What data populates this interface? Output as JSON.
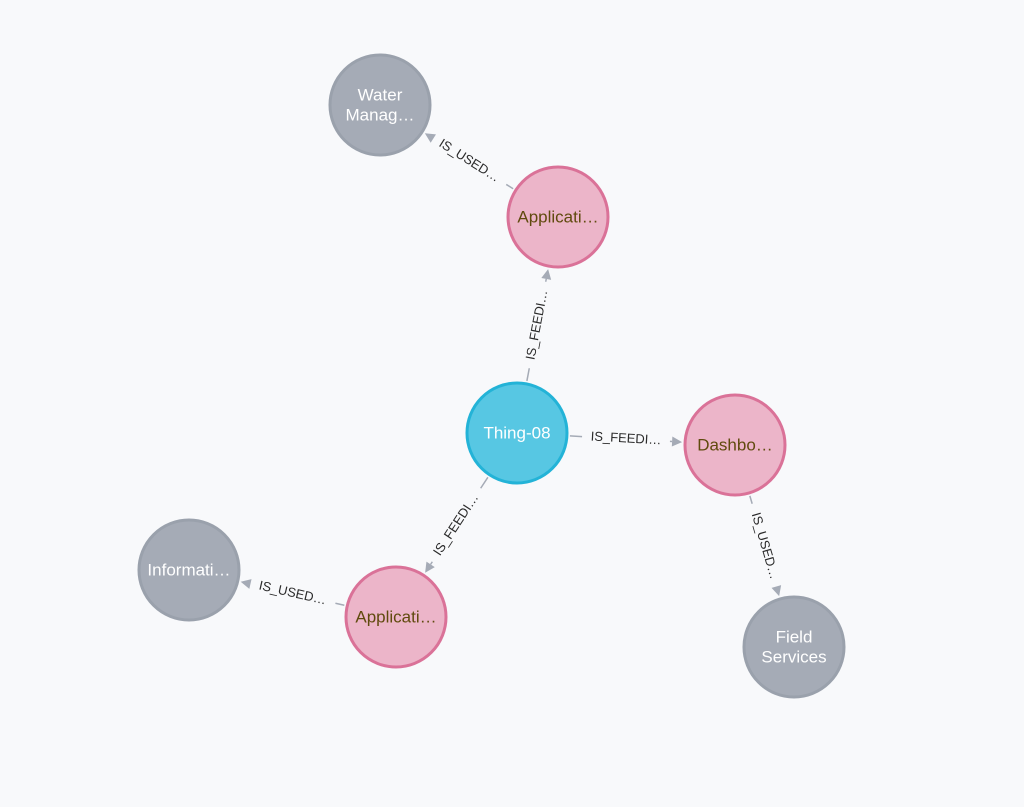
{
  "graph": {
    "colors": {
      "thing_fill": "#57c7e3",
      "thing_stroke": "#23b3d7",
      "thing_text": "#ffffff",
      "app_fill": "#ecb5c9",
      "app_stroke": "#da7298",
      "app_text": "#604a0e",
      "domain_fill": "#a5abb6",
      "domain_stroke": "#9aa1ac",
      "domain_text": "#ffffff",
      "edge": "#a5abb6"
    },
    "nodes": [
      {
        "id": "thing",
        "kind": "thing",
        "lines": [
          "Thing-08"
        ]
      },
      {
        "id": "app1",
        "kind": "app",
        "lines": [
          "Applicati…"
        ]
      },
      {
        "id": "app2",
        "kind": "app",
        "lines": [
          "Applicati…"
        ]
      },
      {
        "id": "dash",
        "kind": "app",
        "lines": [
          "Dashbo…"
        ]
      },
      {
        "id": "water",
        "kind": "domain",
        "lines": [
          "Water",
          "Manag…"
        ]
      },
      {
        "id": "info",
        "kind": "domain",
        "lines": [
          "Informati…"
        ]
      },
      {
        "id": "field",
        "kind": "domain",
        "lines": [
          "Field",
          "Services"
        ]
      }
    ],
    "edges": [
      {
        "id": "e1",
        "from": "thing",
        "to": "app1",
        "label": "IS_FEEDI…"
      },
      {
        "id": "e2",
        "from": "thing",
        "to": "dash",
        "label": "IS_FEEDI…"
      },
      {
        "id": "e3",
        "from": "thing",
        "to": "app2",
        "label": "IS_FEEDI…"
      },
      {
        "id": "e4",
        "from": "app1",
        "to": "water",
        "label": "IS_USED…"
      },
      {
        "id": "e5",
        "from": "app2",
        "to": "info",
        "label": "IS_USED…"
      },
      {
        "id": "e6",
        "from": "dash",
        "to": "field",
        "label": "IS_USED…"
      }
    ]
  }
}
